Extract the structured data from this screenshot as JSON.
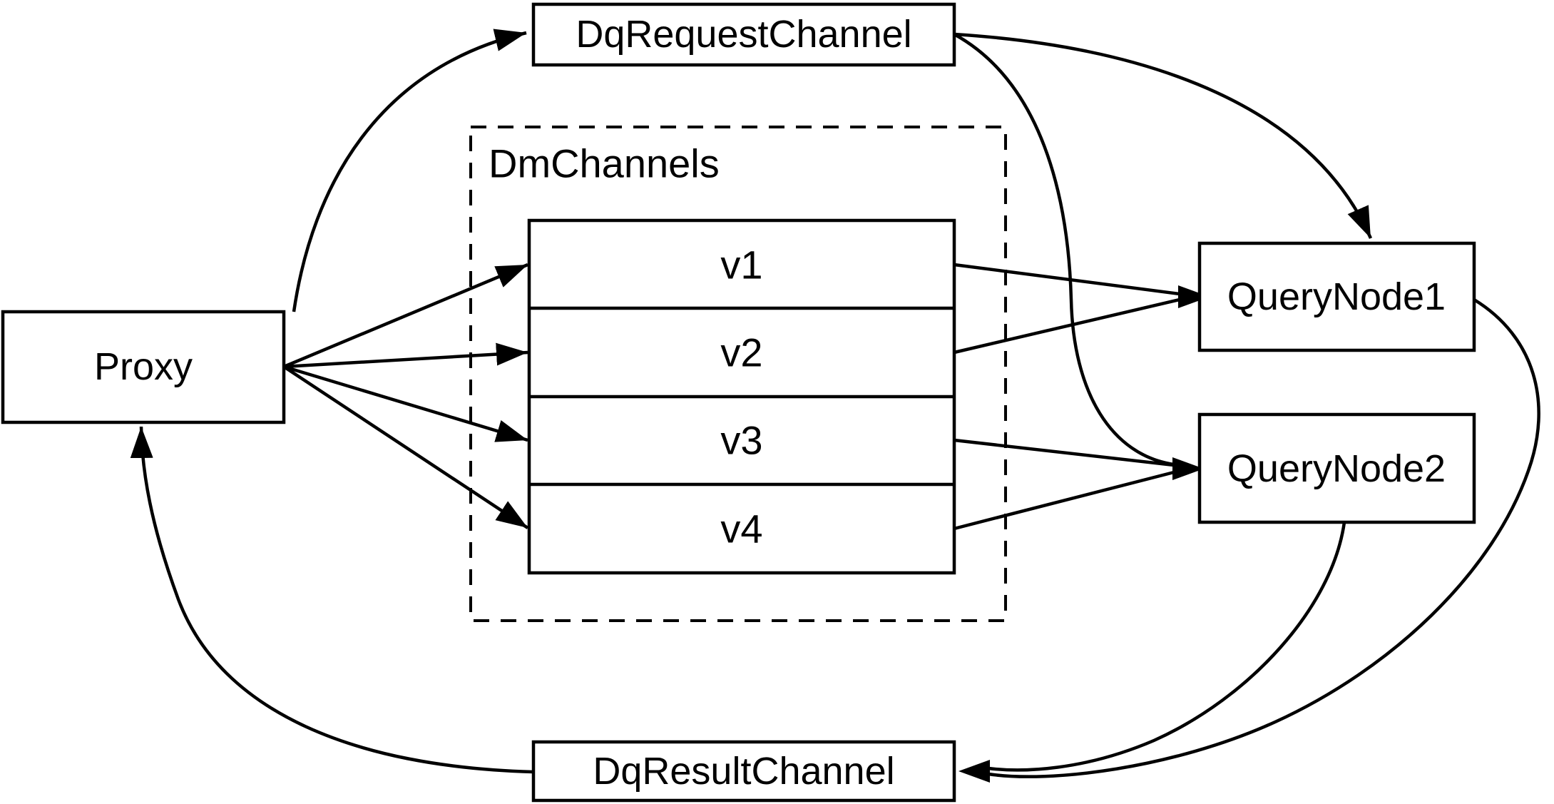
{
  "diagram": {
    "background_color": "#ffffff",
    "stroke_color": "#000000",
    "node_fill_color": "#ffffff",
    "nodes": {
      "proxy": {
        "label": "Proxy"
      },
      "dq_request_channel": {
        "label": "DqRequestChannel"
      },
      "dm_channels": {
        "label": "DmChannels",
        "channels": [
          "v1",
          "v2",
          "v3",
          "v4"
        ]
      },
      "query_node1": {
        "label": "QueryNode1"
      },
      "query_node2": {
        "label": "QueryNode2"
      },
      "dq_result_channel": {
        "label": "DqResultChannel"
      }
    },
    "edges": [
      {
        "from": "Proxy",
        "to": "DqRequestChannel"
      },
      {
        "from": "Proxy",
        "to": "v1"
      },
      {
        "from": "Proxy",
        "to": "v2"
      },
      {
        "from": "Proxy",
        "to": "v3"
      },
      {
        "from": "Proxy",
        "to": "v4"
      },
      {
        "from": "v1",
        "to": "QueryNode1"
      },
      {
        "from": "v2",
        "to": "QueryNode1"
      },
      {
        "from": "v3",
        "to": "QueryNode2"
      },
      {
        "from": "v4",
        "to": "QueryNode2"
      },
      {
        "from": "DqRequestChannel",
        "to": "QueryNode1"
      },
      {
        "from": "DqRequestChannel",
        "to": "QueryNode2"
      },
      {
        "from": "QueryNode1",
        "to": "DqResultChannel"
      },
      {
        "from": "QueryNode2",
        "to": "DqResultChannel"
      },
      {
        "from": "DqResultChannel",
        "to": "Proxy"
      }
    ]
  }
}
